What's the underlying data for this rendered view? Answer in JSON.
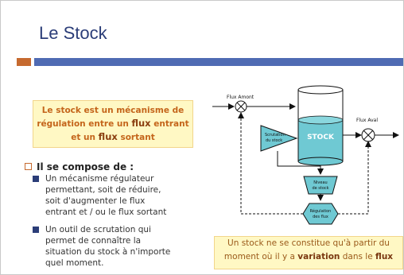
{
  "slide": {
    "title": "Le Stock",
    "definition": {
      "line1": "Le stock est un mécanisme de",
      "line2_a": "régulation entre un ",
      "line2_b": "flux",
      "line2_c": " entrant",
      "line3_a": "et un ",
      "line3_b": "flux",
      "line3_c": " sortant"
    },
    "section_heading": "Il se compose de :",
    "bullets": [
      [
        "Un mécanisme régulateur",
        "permettant, soit de réduire,",
        "soit d'augmenter le flux",
        "entrant et / ou le flux sortant"
      ],
      [
        "Un outil de scrutation qui",
        "permet de connaître la",
        "situation du stock à n'importe",
        "quel moment."
      ]
    ],
    "note": {
      "line1": "Un stock ne se constitue qu'à partir du",
      "line2_a": "moment où il y a ",
      "line2_b": "variation",
      "line2_c": " dans le ",
      "line2_d": "flux"
    }
  },
  "diagram": {
    "flux_amont": "Flux Amont",
    "flux_aval": "Flux Aval",
    "scrutation_1": "Scrutation",
    "scrutation_2": "du stock",
    "stock": "STOCK",
    "niveau_1": "Niveau",
    "niveau_2": "de stock",
    "regulation_1": "Régulation",
    "regulation_2": "des flux"
  },
  "colors": {
    "title": "#2b3d78",
    "accent_orange": "#c66a2f",
    "accent_blue": "#4f6bb3",
    "box_fill": "#fff8c4",
    "diagram_teal": "#6fc9d3"
  }
}
